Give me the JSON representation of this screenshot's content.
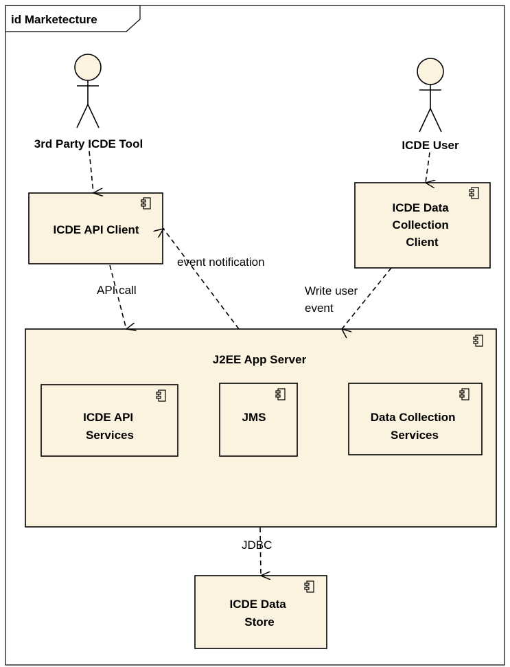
{
  "frame": {
    "title": "id Marketecture"
  },
  "actors": {
    "third_party": {
      "label": "3rd Party ICDE Tool"
    },
    "user": {
      "label": "ICDE User"
    }
  },
  "components": {
    "api_client": {
      "lines": [
        "ICDE API Client"
      ]
    },
    "data_collection_client": {
      "lines": [
        "ICDE Data",
        "Collection",
        "Client"
      ]
    },
    "app_server": {
      "lines": [
        "J2EE App Server"
      ]
    },
    "api_services": {
      "lines": [
        "ICDE API",
        "Services"
      ]
    },
    "jms": {
      "lines": [
        "JMS"
      ]
    },
    "dc_services": {
      "lines": [
        "Data Collection",
        "Services"
      ]
    },
    "data_store": {
      "lines": [
        "ICDE Data",
        "Store"
      ]
    }
  },
  "connectors": {
    "api_call": {
      "lines": [
        "API call"
      ]
    },
    "event_notification": {
      "lines": [
        "event notification"
      ]
    },
    "write_user_event": {
      "lines": [
        "Write user",
        "event"
      ]
    },
    "jdbc": {
      "lines": [
        "JDBC"
      ]
    }
  },
  "colors": {
    "component_fill": "#fbf3df",
    "stroke": "#000000",
    "text": "#000000"
  }
}
